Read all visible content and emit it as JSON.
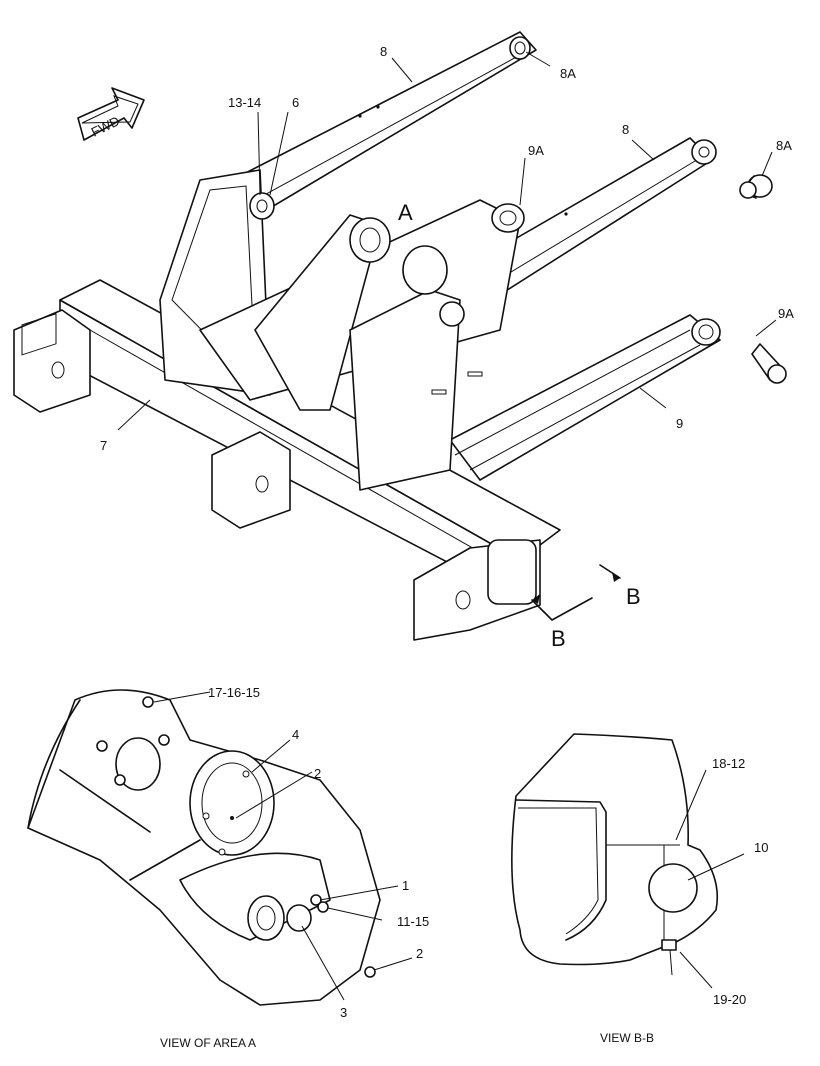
{
  "fwd_arrow": "FWD",
  "section_markers": {
    "area": "A",
    "section_b_top": "B",
    "section_b_bottom": "B"
  },
  "main_view_callouts": {
    "c8_upper": "8",
    "c8a_upper": "8A",
    "c13_14": "13-14",
    "c6": "6",
    "c9a_upper": "9A",
    "c8_right": "8",
    "c8a_right": "8A",
    "c9a_right": "9A",
    "c9": "9",
    "c7": "7"
  },
  "detail_a_callouts": {
    "c17_16_15": "17-16-15",
    "c4": "4",
    "c2_upper": "2",
    "c1": "1",
    "c11_15": "11-15",
    "c2_lower": "2",
    "c3": "3"
  },
  "detail_b_callouts": {
    "c18_12": "18-12",
    "c10": "10",
    "c19_20": "19-20"
  },
  "captions": {
    "view_a": "VIEW OF AREA  A",
    "view_b": "VIEW  B-B"
  }
}
